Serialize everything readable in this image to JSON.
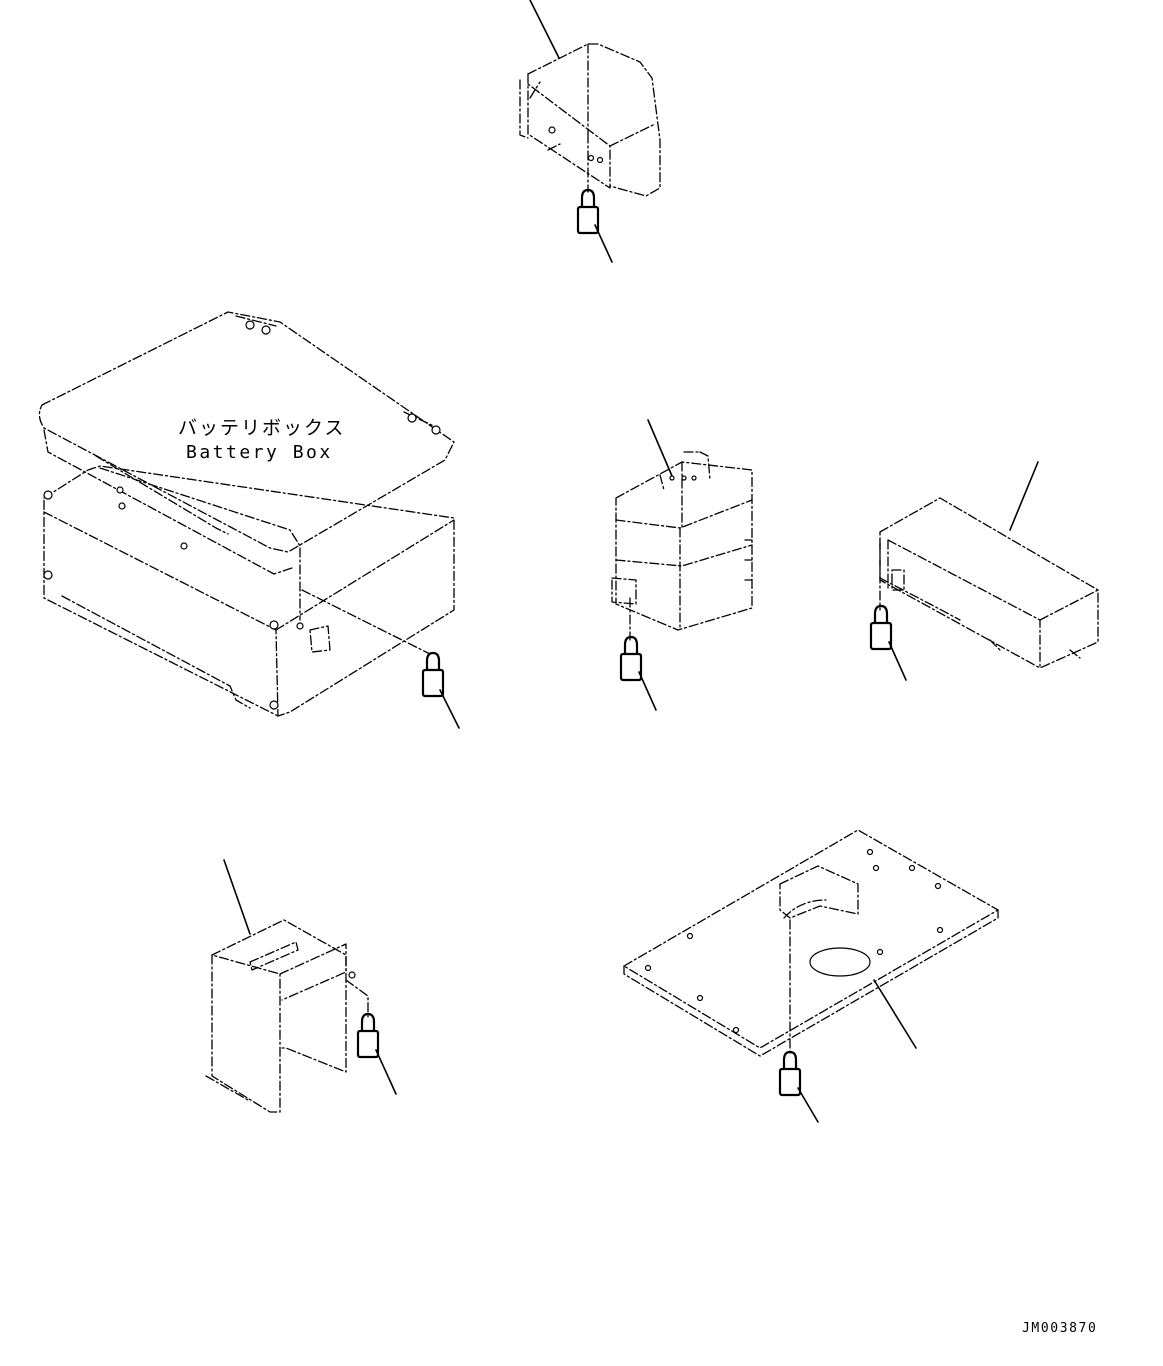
{
  "battery_box_label": {
    "japanese": "バッテリボックス",
    "english": "Battery Box"
  },
  "drawing_number": "JM003870",
  "parts": [
    {
      "id": "cover-top",
      "has_padlock": true
    },
    {
      "id": "battery-box",
      "has_padlock": true
    },
    {
      "id": "center-box",
      "has_padlock": true
    },
    {
      "id": "right-box",
      "has_padlock": true
    },
    {
      "id": "lower-left-cover",
      "has_padlock": true
    },
    {
      "id": "floor-plate",
      "has_padlock": true
    }
  ]
}
